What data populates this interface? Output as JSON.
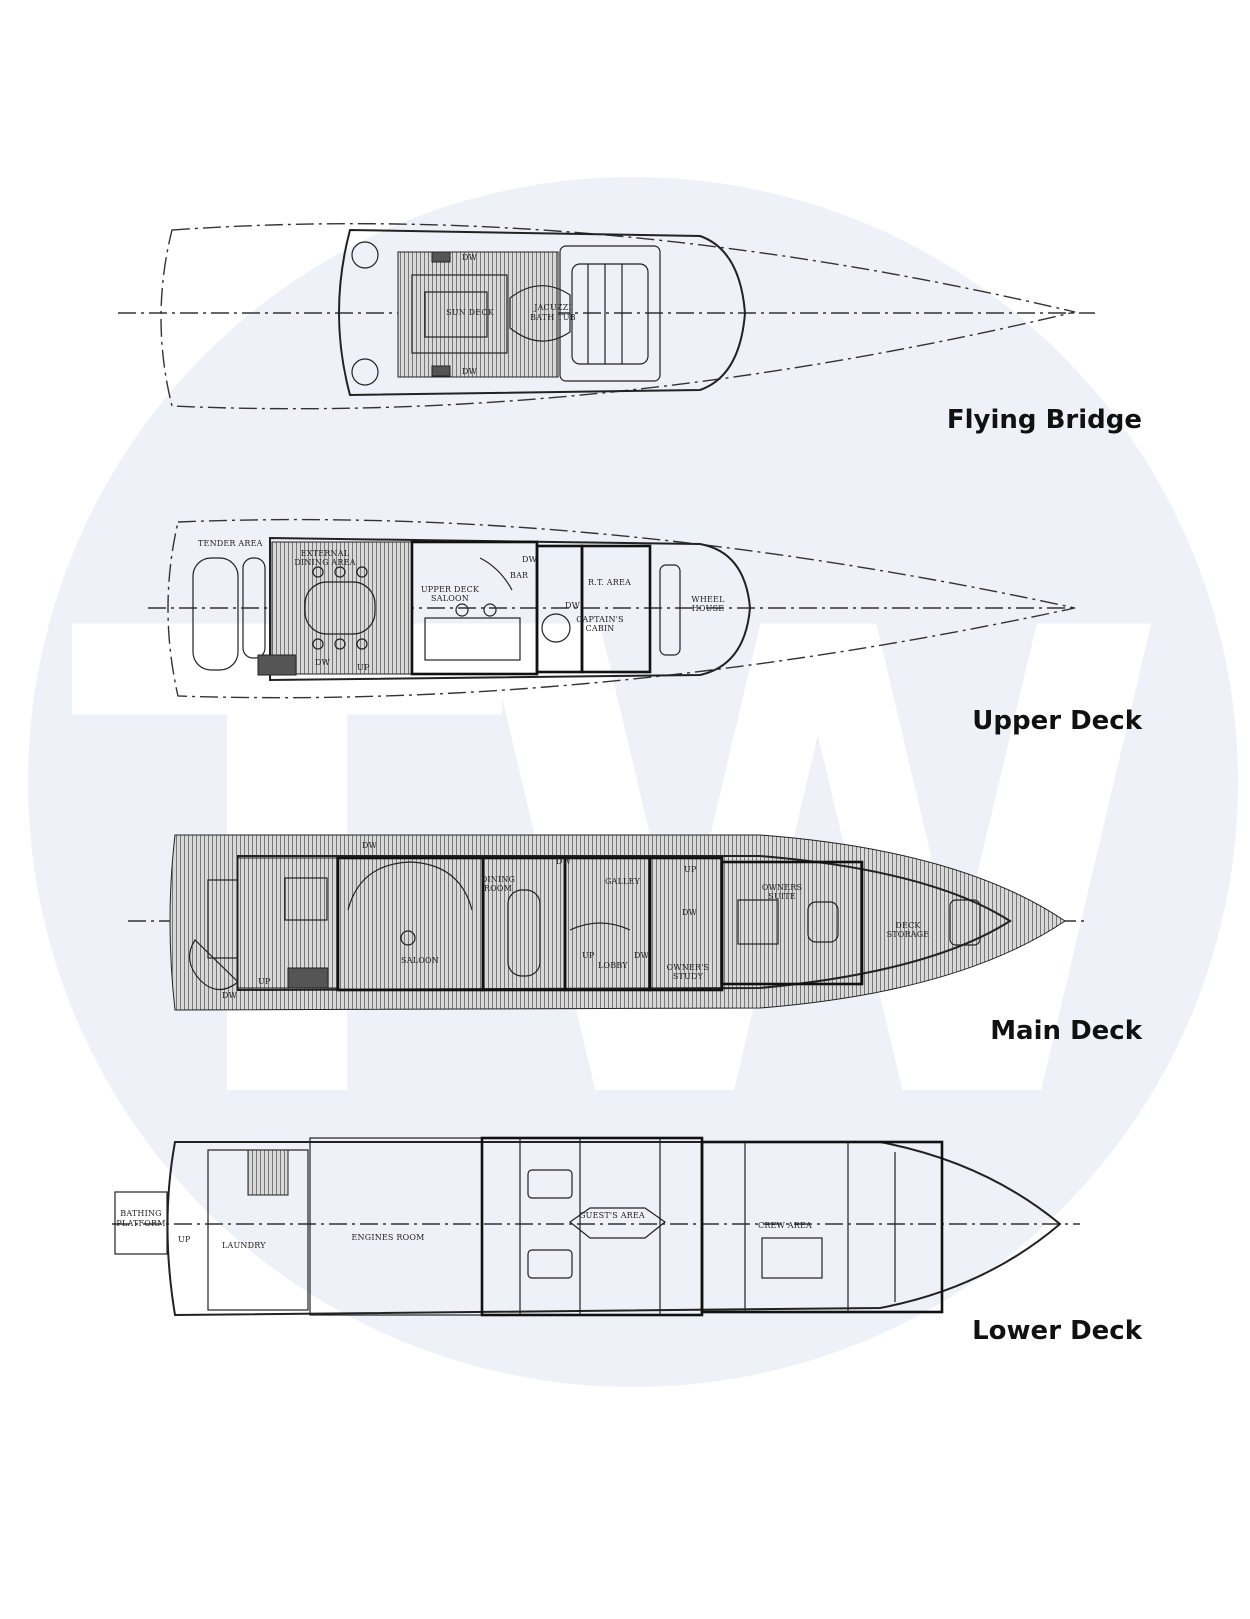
{
  "watermark": {
    "text": "TW",
    "circle_color": "#eef1f8",
    "letter_color": "#ffffff"
  },
  "decks": [
    {
      "id": "flying-bridge",
      "title": "Flying Bridge",
      "labels": {
        "sun_deck": "SUN DECK",
        "jacuzzi_1": "JACUZZI",
        "jacuzzi_2": "BATH TUB",
        "dw_top": "DW",
        "dw_bottom": "DW"
      }
    },
    {
      "id": "upper-deck",
      "title": "Upper Deck",
      "labels": {
        "tender_area": "TENDER AREA",
        "external_dining_1": "EXTERNAL",
        "external_dining_2": "DINING AREA",
        "saloon_1": "UPPER DECK",
        "saloon_2": "SALOON",
        "bar": "BAR",
        "rt_area": "R.T. AREA",
        "wheel_1": "WHEEL",
        "wheel_2": "HOUSE",
        "captain_1": "CAPTAIN'S",
        "captain_2": "CABIN",
        "dw_1": "DW",
        "dw_2": "DW",
        "dw_3": "DW",
        "up": "UP"
      }
    },
    {
      "id": "main-deck",
      "title": "Main Deck",
      "labels": {
        "saloon": "SALOON",
        "dining_1": "DINING",
        "dining_2": "ROOM",
        "galley": "GALLEY",
        "lobby": "LOBBY",
        "owners_study_1": "OWNER'S",
        "owners_study_2": "STUDY",
        "owners_suite_1": "OWNERS",
        "owners_suite_2": "SUITE",
        "deck_storage_1": "DECK",
        "deck_storage_2": "STORAGE",
        "dw_1": "DW",
        "dw_2": "DW",
        "dw_3": "DW",
        "dw_4": "DW",
        "dw_5": "DW",
        "up_1": "UP",
        "up_2": "UP",
        "up_3": "UP"
      }
    },
    {
      "id": "lower-deck",
      "title": "Lower Deck",
      "labels": {
        "bathing_1": "BATHING",
        "bathing_2": "PLATFORM",
        "laundry": "LAUNDRY",
        "engines_room": "ENGINES ROOM",
        "guests_area": "GUEST'S AREA",
        "crew_area": "CREW AREA",
        "up": "UP"
      }
    }
  ]
}
